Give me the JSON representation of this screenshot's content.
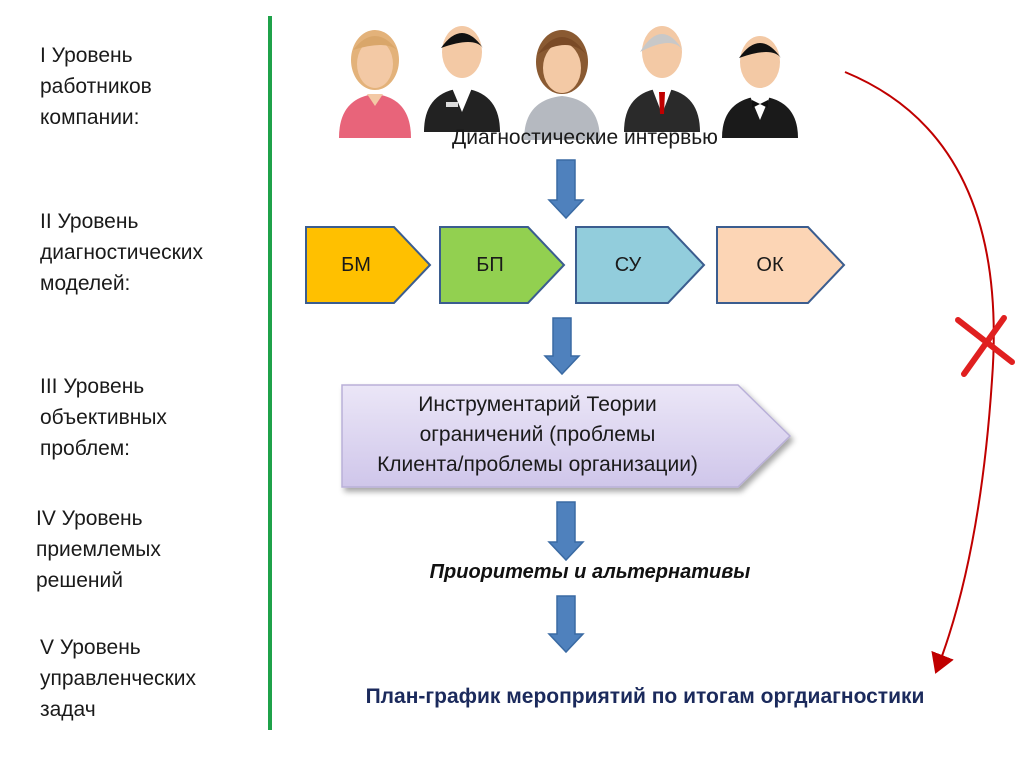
{
  "levels": {
    "l1": "I Уровень\nработников\nкомпании:",
    "l2": "II Уровень\nдиагностических\nмоделей:",
    "l3": "III Уровень\nобъективных\nпроблем:",
    "l4": "IV Уровень\nприемлемых\nрешений",
    "l5": "V Уровень\nуправленческих\nзадач"
  },
  "interviews_caption": "Диагностические интервью",
  "models": [
    {
      "label": "БМ",
      "color": "#ffc000"
    },
    {
      "label": "БП",
      "color": "#92d050"
    },
    {
      "label": "СУ",
      "color": "#92cddc"
    },
    {
      "label": "ОК",
      "color": "#fcd5b5"
    }
  ],
  "toc_box": {
    "text": "Инструментарий Теории\nограничений (проблемы\nКлиента/проблемы организации)",
    "color": "#ddd6f0"
  },
  "priorities": "Приоритеты и альтернативы",
  "plan": "План-график мероприятий по итогам оргдиагностики",
  "colors": {
    "divider": "#1fa24a",
    "arrow": "#4f81bd",
    "bypass": "#c00000",
    "plan_text": "#1b2a5c",
    "border": "#3b5d8f"
  },
  "people": [
    {
      "icon": "woman-blonde-icon",
      "shirt": "#e8647a"
    },
    {
      "icon": "man-suit-icon",
      "shirt": "#222222"
    },
    {
      "icon": "woman-brunette-icon",
      "shirt": "#b5b9c0"
    },
    {
      "icon": "man-gray-hair-icon",
      "shirt": "#2a2a2a"
    },
    {
      "icon": "man-tuxedo-icon",
      "shirt": "#1a1a1a"
    }
  ]
}
